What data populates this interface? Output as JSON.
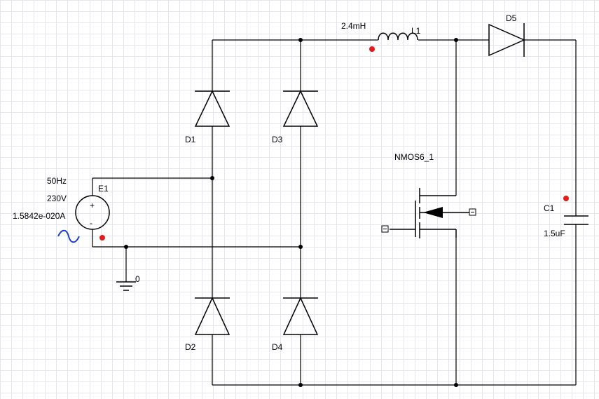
{
  "colors": {
    "wire": "#000000",
    "probe": "#e41b1b",
    "grid": "#e3e6f0",
    "ac_symbol": "#1f3fd0"
  },
  "source": {
    "ref": "E1",
    "frequency": "50Hz",
    "amplitude": "230V",
    "current": "1.5842e-020A",
    "plus": "+",
    "minus": "-",
    "ac_symbol": "~"
  },
  "ground": {
    "label": "0"
  },
  "bridge": {
    "d1": "D1",
    "d2": "D2",
    "d3": "D3",
    "d4": "D4"
  },
  "inductor": {
    "ref": "L1",
    "value": "2.4mH"
  },
  "switch": {
    "ref": "NMOS6_1"
  },
  "boost_diode": {
    "ref": "D5"
  },
  "capacitor": {
    "ref": "C1",
    "value": "1.5uF"
  },
  "icons": [
    "voltage-source-icon",
    "diode-icon",
    "inductor-icon",
    "nmos-icon",
    "capacitor-icon",
    "ground-icon",
    "probe-icon",
    "terminal-icon"
  ]
}
